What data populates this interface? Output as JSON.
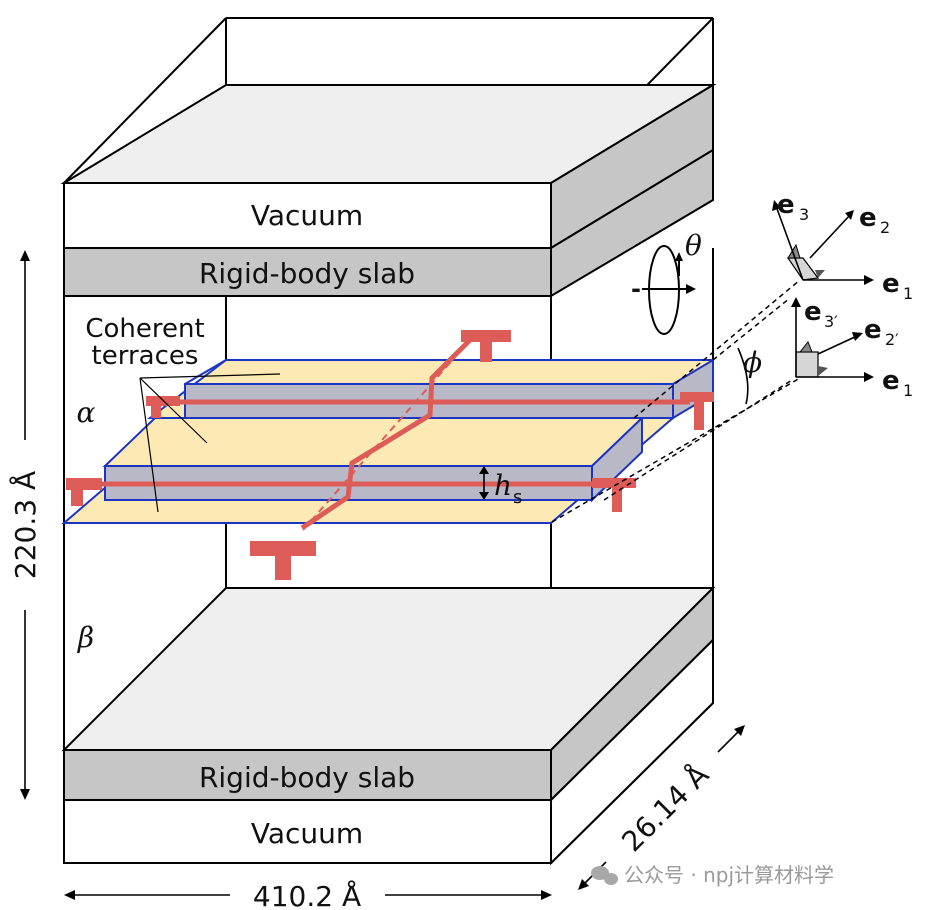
{
  "labels": {
    "vacuum_top": "Vacuum",
    "slab_top": "Rigid-body slab",
    "coherent_line1": "Coherent",
    "coherent_line2": "terraces",
    "alpha": "α",
    "beta": "β",
    "h": "h",
    "h_sub": "s",
    "slab_bottom": "Rigid-body slab",
    "vacuum_bottom": "Vacuum",
    "theta": "θ",
    "phi": "ϕ",
    "minus_sign": "-",
    "dim_height": "220.3 Å",
    "dim_width": "410.2 Å",
    "dim_depth": "26.14 Å"
  },
  "frames": {
    "top": {
      "e3": "e",
      "e3_sub": "3",
      "e2": "e",
      "e2_sub": "2",
      "e1": "e",
      "e1_sub": "1"
    },
    "bottom": {
      "e3": "e",
      "e3_sub": "3′",
      "e2": "e",
      "e2_sub": "2′",
      "e1": "e",
      "e1_sub": "1"
    }
  },
  "watermark": "公众号 · npj计算材料学",
  "colors": {
    "slab": "#c6c6c6",
    "vacuum_face": "#efefef",
    "terrace": "#fde9b3",
    "terrace_edge": "#1c34c4",
    "step": "#b8b8c6",
    "dislocation": "#dd5c58",
    "outline": "#000000"
  }
}
